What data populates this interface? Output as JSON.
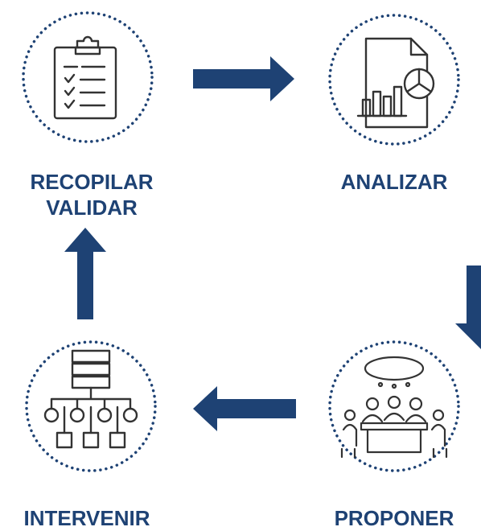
{
  "colors": {
    "arrow": "#1e4274",
    "label": "#1e4274",
    "ring": "#1e4274",
    "icon": "#333333"
  },
  "steps": [
    {
      "lines": [
        "RECOPILAR",
        "VALIDAR"
      ],
      "icon": "clipboard-checklist-icon"
    },
    {
      "lines": [
        "ANALIZAR"
      ],
      "icon": "report-chart-icon"
    },
    {
      "lines": [
        "PROPONER"
      ],
      "icon": "team-meeting-icon"
    },
    {
      "lines": [
        "INTERVENIR"
      ],
      "icon": "hierarchy-network-icon"
    }
  ],
  "flow": [
    "right",
    "down",
    "left",
    "up"
  ]
}
